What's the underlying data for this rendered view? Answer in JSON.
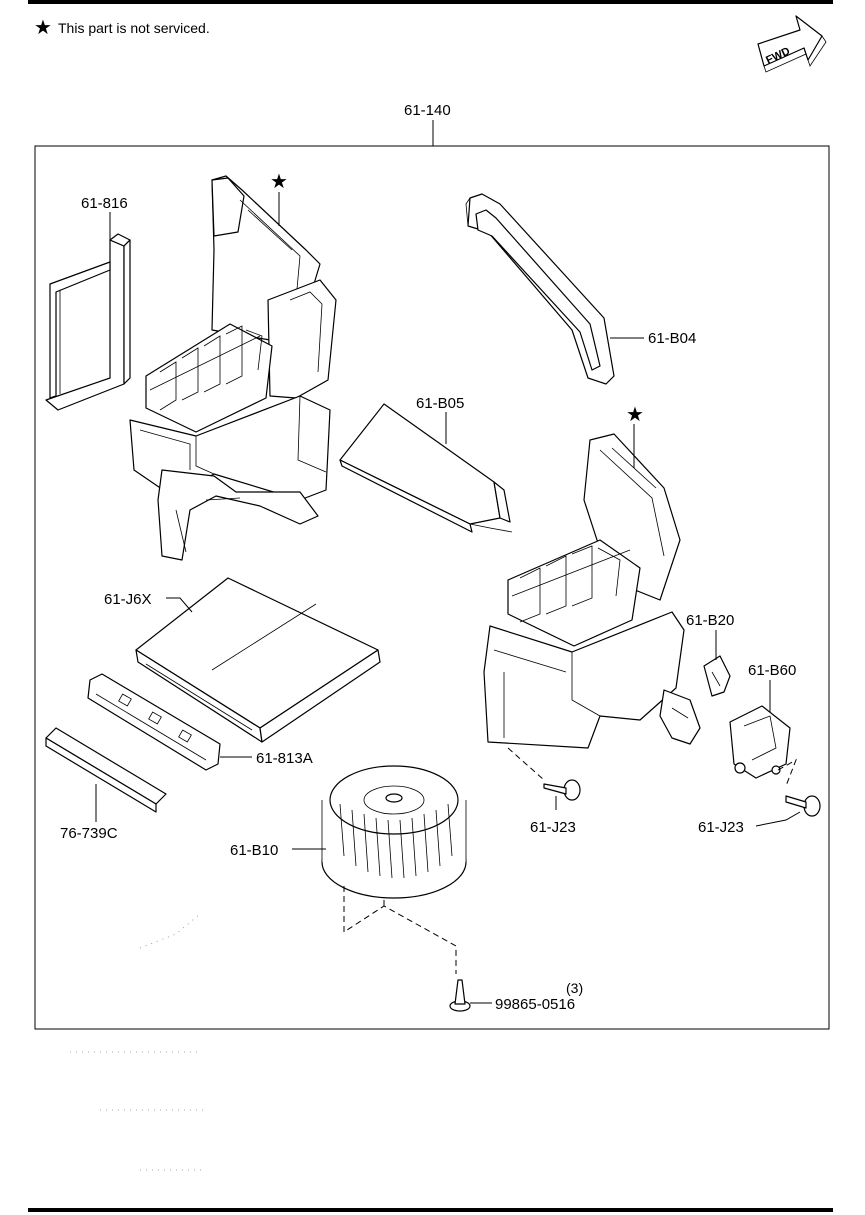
{
  "note": {
    "star": "★",
    "text": "This part is not serviced."
  },
  "fwd_label": "FWD",
  "assembly_label": "61-140",
  "labels": {
    "p61_816": "61-816",
    "p61_B04": "61-B04",
    "p61_B05": "61-B05",
    "p61_J6X": "61-J6X",
    "p61_B20": "61-B20",
    "p61_B60": "61-B60",
    "p61_813A": "61-813A",
    "p76_739C": "76-739C",
    "p61_B10": "61-B10",
    "p61_J23_a": "61-J23",
    "p61_J23_b": "61-J23",
    "qty": "(3)",
    "p99865_0516": "99865-0516"
  },
  "stars": {
    "left": "★",
    "right": "★"
  }
}
